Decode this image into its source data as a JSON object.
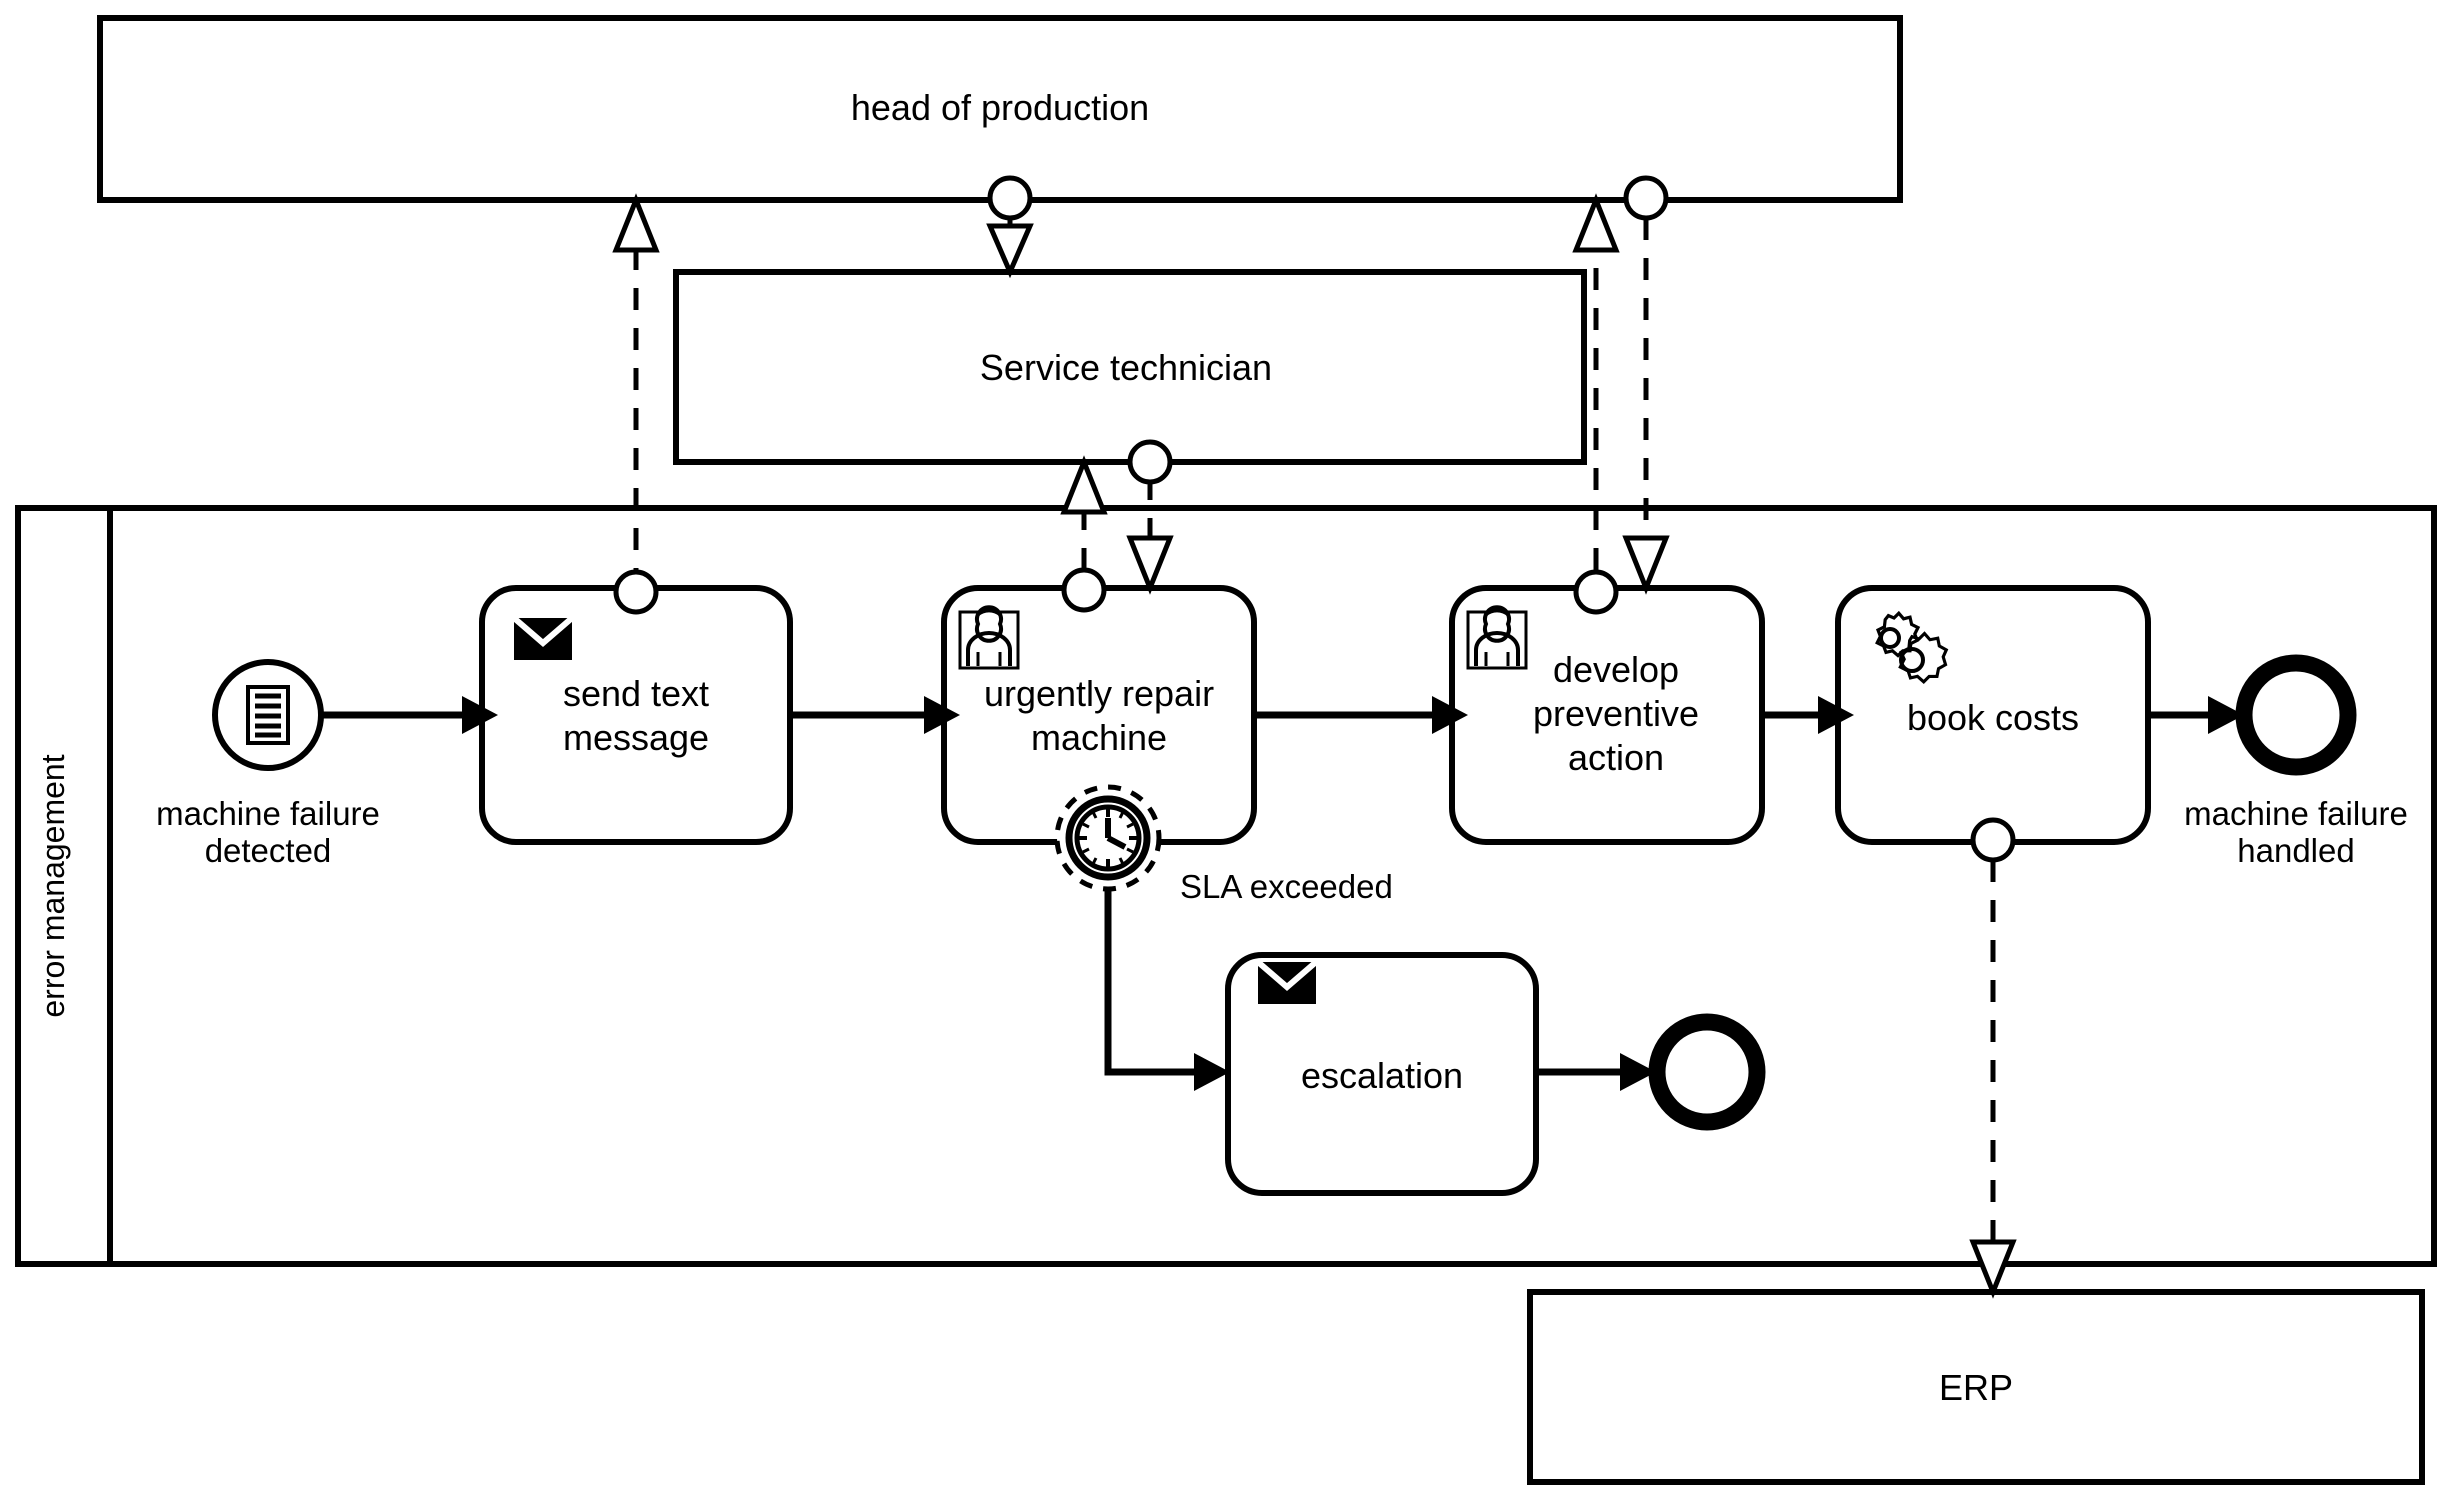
{
  "diagram": {
    "type": "bpmn-collaboration",
    "title_visible": false,
    "colors": {
      "stroke": "#000000",
      "fill": "#ffffff",
      "background": "#ffffff"
    }
  },
  "pools": [
    {
      "id": "head-of-production",
      "label": "head of production",
      "collapsed": true
    },
    {
      "id": "service-technician",
      "label": "Service technician",
      "collapsed": true
    },
    {
      "id": "error-management",
      "label": "error management",
      "collapsed": false
    },
    {
      "id": "erp",
      "label": "ERP",
      "collapsed": true
    }
  ],
  "lane": {
    "label": "error management"
  },
  "events": {
    "start": {
      "label": "machine failure detected",
      "icon": "message-document-icon",
      "type": "start-event"
    },
    "end_main": {
      "label": "machine failure handled",
      "type": "end-event"
    },
    "end_escalation": {
      "label": "",
      "type": "end-event"
    },
    "boundary_timer": {
      "label": "SLA exceeded",
      "icon": "timer-clock-icon",
      "type": "boundary-timer-event"
    }
  },
  "tasks": [
    {
      "id": "send-text-message",
      "label": "send text message",
      "icon": "envelope-icon",
      "task_type": "send-task"
    },
    {
      "id": "urgently-repair-machine",
      "label": "urgently repair machine",
      "icon": "user-icon",
      "task_type": "user-task"
    },
    {
      "id": "develop-preventive-action",
      "label": "develop preventive action",
      "icon": "user-icon",
      "task_type": "user-task"
    },
    {
      "id": "book-costs",
      "label": "book costs",
      "icon": "gear-icon",
      "task_type": "service-task"
    },
    {
      "id": "escalation",
      "label": "escalation",
      "icon": "envelope-icon",
      "task_type": "send-task"
    }
  ],
  "labels": {
    "start_line1": "machine failure",
    "start_line2": "detected",
    "end_line1": "machine failure",
    "end_line2": "handled",
    "sla": "SLA exceeded",
    "task_send_line1": "send text",
    "task_send_line2": "message",
    "task_repair_line1": "urgently repair",
    "task_repair_line2": "machine",
    "task_dev_line1": "develop",
    "task_dev_line2": "preventive",
    "task_dev_line3": "action",
    "task_book": "book costs",
    "task_escalation": "escalation",
    "pool_head": "head of production",
    "pool_tech": "Service technician",
    "pool_erp": "ERP",
    "lane_error": "error management"
  },
  "message_flows": [
    {
      "from": "send-text-message",
      "to": "head-of-production",
      "direction": "up"
    },
    {
      "from": "head-of-production",
      "to": "service-technician",
      "direction": "down"
    },
    {
      "from": "service-technician",
      "to": "urgently-repair-machine",
      "direction": "down"
    },
    {
      "from": "urgently-repair-machine",
      "to": "service-technician",
      "direction": "up"
    },
    {
      "from": "develop-preventive-action",
      "to": "head-of-production",
      "direction": "up"
    },
    {
      "from": "head-of-production",
      "to": "develop-preventive-action",
      "direction": "down"
    },
    {
      "from": "book-costs",
      "to": "erp",
      "direction": "down"
    }
  ],
  "sequence_flows": [
    {
      "from": "start",
      "to": "send-text-message"
    },
    {
      "from": "send-text-message",
      "to": "urgently-repair-machine"
    },
    {
      "from": "urgently-repair-machine",
      "to": "develop-preventive-action"
    },
    {
      "from": "develop-preventive-action",
      "to": "book-costs"
    },
    {
      "from": "book-costs",
      "to": "end_main"
    },
    {
      "from": "boundary_timer",
      "to": "escalation"
    },
    {
      "from": "escalation",
      "to": "end_escalation"
    }
  ]
}
